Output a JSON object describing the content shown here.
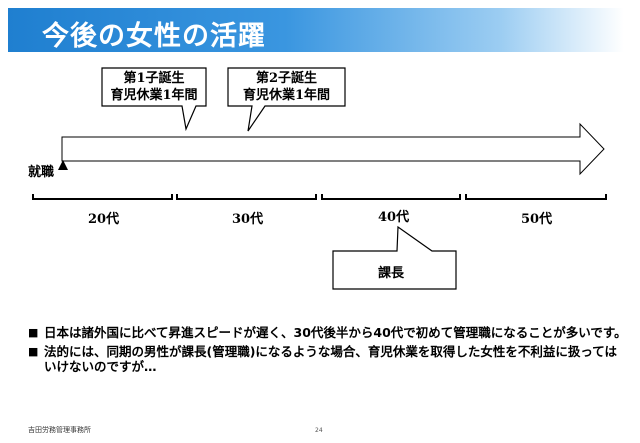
{
  "title": "今後の女性の活躍",
  "start_label": "就職",
  "callouts": [
    {
      "line1": "第1子誕生",
      "line2": "育児休業1年間"
    },
    {
      "line1": "第2子誕生",
      "line2": "育児休業1年間"
    }
  ],
  "decades": [
    "20代",
    "30代",
    "40代",
    "50代"
  ],
  "manager_label": "課長",
  "bullets": [
    "日本は諸外国に比べて昇進スピードが遅く、30代後半から40代で初めて管理職になることが多いです。",
    "法的には、同期の男性が課長(管理職)になるような場合、育児休業を取得した女性を不利益に扱ってはいけないのですが…"
  ],
  "footer": {
    "org": "吉田労務管理事務所",
    "page": "24"
  }
}
